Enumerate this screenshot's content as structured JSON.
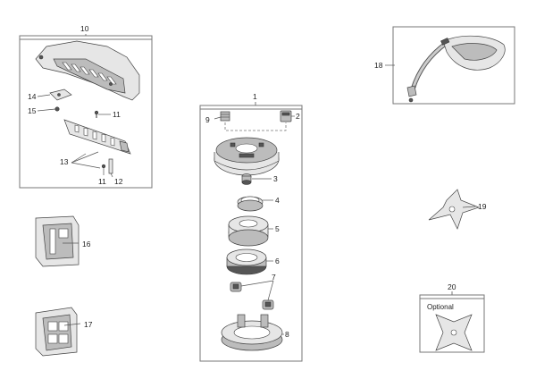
{
  "labels": {
    "p1": "1",
    "p2": "2",
    "p3": "3",
    "p4": "4",
    "p5": "5",
    "p6": "6",
    "p7": "7",
    "p8": "8",
    "p9": "9",
    "p10": "10",
    "p11a": "11",
    "p11b": "11",
    "p12": "12",
    "p13": "13",
    "p14": "14",
    "p15": "15",
    "p16": "16",
    "p17": "17",
    "p18": "18",
    "p19": "19",
    "p20": "20"
  },
  "optional_label": "Optional"
}
